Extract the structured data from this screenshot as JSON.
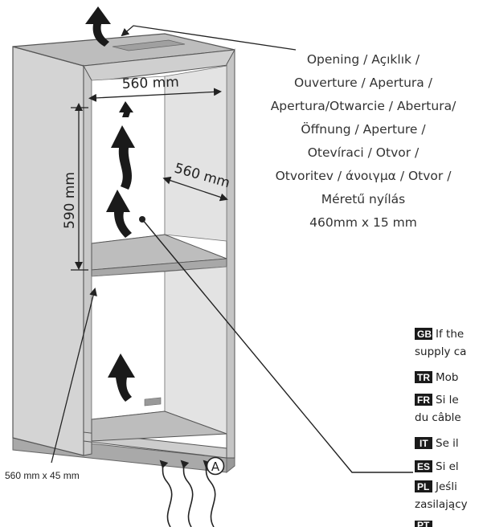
{
  "dimensions": {
    "width_top": "560 mm",
    "height": "590 mm",
    "depth": "560 mm",
    "bottom_opening": "560 mm x 45 mm"
  },
  "marker_label": "A",
  "opening_callout": {
    "lines": [
      "Opening / Açıklık /",
      "Ouverture / Apertura /",
      "Apertura/Otwarcie / Abertura/",
      "Öffnung / Aperture /",
      "Otevíraci / Otvor /",
      "Otvoritev / άνοιγμα / Otvor /",
      "Méretű nyílás",
      "460mm x 15 mm"
    ]
  },
  "languages": [
    {
      "code": "GB",
      "text": "If the",
      "text2": "supply ca"
    },
    {
      "code": "TR",
      "text": "Mob"
    },
    {
      "code": "FR",
      "text": "Si le",
      "text2": "du câble"
    },
    {
      "code": "IT",
      "text": "Se il"
    },
    {
      "code": "ES",
      "text": "Si el"
    },
    {
      "code": "PL",
      "text": "Jeśli",
      "text2": "zasilający"
    },
    {
      "code": "PT",
      "text": ""
    }
  ]
}
